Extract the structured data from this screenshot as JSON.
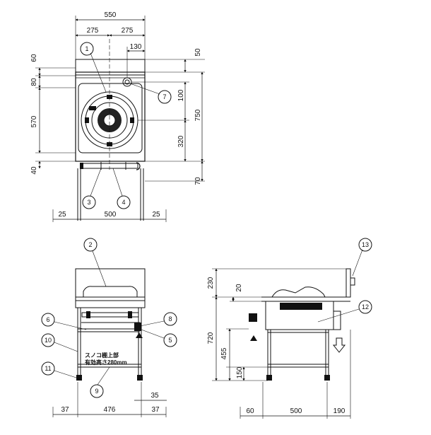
{
  "top_view": {
    "dims": {
      "total_width": "550",
      "half_left": "275",
      "half_right": "275",
      "gas_offset": "130",
      "top_margin": "50",
      "left_60": "60",
      "left_80": "80",
      "left_570": "570",
      "left_40": "40",
      "right_100": "100",
      "right_750": "750",
      "right_320": "320",
      "right_70": "70",
      "bottom_left_25": "25",
      "bottom_mid_500": "500",
      "bottom_right_25": "25"
    },
    "balloons": [
      "1",
      "7",
      "3",
      "4"
    ]
  },
  "front_view": {
    "dims": {
      "left_37": "37",
      "mid_476": "476",
      "right_37": "37",
      "small_35": "35"
    },
    "shelf_note_line1": "スノコ棚上部",
    "shelf_note_line2": "有効高さ280mm",
    "balloons": [
      "2",
      "6",
      "8",
      "5",
      "10",
      "11",
      "9"
    ]
  },
  "side_view": {
    "dims": {
      "left_230": "230",
      "left_20": "20",
      "left_720": "720",
      "left_455": "455",
      "left_150": "150",
      "bottom_60": "60",
      "bottom_500": "500",
      "bottom_190": "190"
    },
    "balloons": [
      "13",
      "12"
    ]
  }
}
